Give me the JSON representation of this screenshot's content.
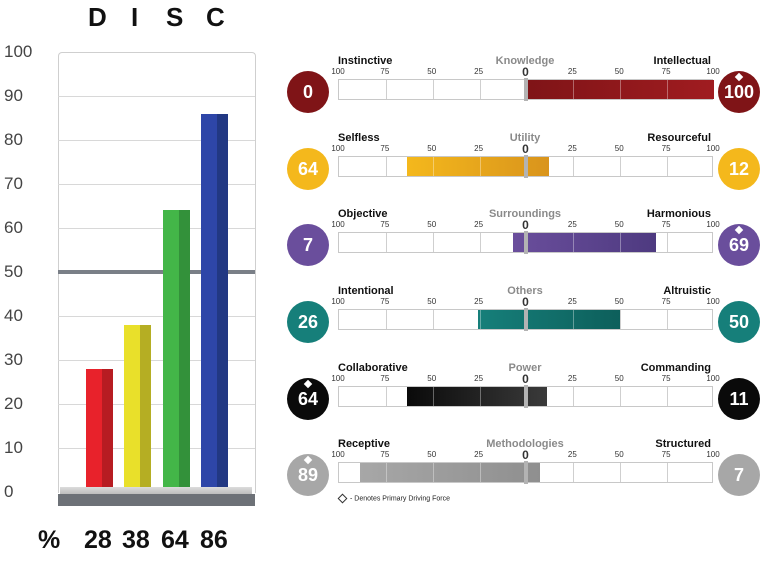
{
  "chart_data": [
    {
      "type": "bar",
      "categories": [
        "D",
        "I",
        "S",
        "C"
      ],
      "values": [
        28,
        38,
        64,
        86
      ],
      "colors": [
        "#e8222b",
        "#e9e02a",
        "#43b648",
        "#2e46a8"
      ],
      "shade_colors": [
        "#b71c22",
        "#b5ae23",
        "#33913a",
        "#223883"
      ],
      "yticks": [
        "100",
        "90",
        "80",
        "70",
        "60",
        "50",
        "40",
        "30",
        "20",
        "10",
        "0"
      ],
      "ylim": [
        0,
        100
      ],
      "reference_line": 50,
      "reference_color": "#7a7f87",
      "percent_label": "%",
      "percent_values": [
        "28",
        "38",
        "64",
        "86"
      ]
    },
    {
      "type": "bar",
      "orientation": "horizontal-diverging",
      "scale_labels": [
        "100",
        "75",
        "50",
        "25",
        "0",
        "25",
        "50",
        "75",
        "100"
      ],
      "rows": [
        {
          "left_label": "Instinctive",
          "title": "Knowledge",
          "right_label": "Intellectual",
          "left_value": "0",
          "right_value": "100",
          "left_num": 0,
          "right_num": 100,
          "primary": "right",
          "color": "#7f1417",
          "color2": "#a01c20"
        },
        {
          "left_label": "Selfless",
          "title": "Utility",
          "right_label": "Resourceful",
          "left_value": "64",
          "right_value": "12",
          "left_num": 64,
          "right_num": 12,
          "primary": "",
          "color": "#f4b81c",
          "color2": "#d9941c"
        },
        {
          "left_label": "Objective",
          "title": "Surroundings",
          "right_label": "Harmonious",
          "left_value": "7",
          "right_value": "69",
          "left_num": 7,
          "right_num": 69,
          "primary": "right",
          "color": "#6a4e9c",
          "color2": "#4e3a80"
        },
        {
          "left_label": "Intentional",
          "title": "Others",
          "right_label": "Altruistic",
          "left_value": "26",
          "right_value": "50",
          "left_num": 26,
          "right_num": 50,
          "primary": "",
          "color": "#167f7a",
          "color2": "#0d5f5b"
        },
        {
          "left_label": "Collaborative",
          "title": "Power",
          "right_label": "Commanding",
          "left_value": "64",
          "right_value": "11",
          "left_num": 64,
          "right_num": 11,
          "primary": "left",
          "color": "#0a0a0a",
          "color2": "#3a3a3a"
        },
        {
          "left_label": "Receptive",
          "title": "Methodologies",
          "right_label": "Structured",
          "left_value": "89",
          "right_value": "7",
          "left_num": 89,
          "right_num": 7,
          "primary": "left",
          "color": "#a7a7a7",
          "color2": "#8f8f8f"
        }
      ],
      "legend_note": "- Denotes Primary Driving Force"
    }
  ]
}
